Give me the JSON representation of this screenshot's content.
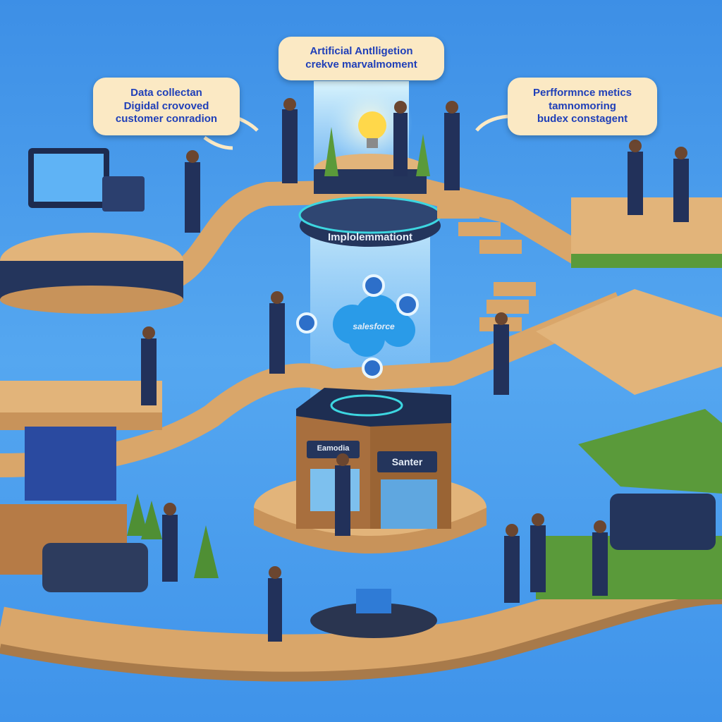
{
  "bubbles": {
    "top": {
      "line1": "Artificial Antlligetion",
      "line2": "crekve marvalmoment"
    },
    "left": {
      "line1": "Data collectan",
      "line2": "Digidal crovoved",
      "line3": "customer conradion"
    },
    "right": {
      "line1": "Perfformnce metics",
      "line2": "tamnomoring",
      "line3": "budex constagent"
    }
  },
  "signs": {
    "implementation": "Implolemmationt",
    "cloud": "salesforce",
    "store_front": "Santer",
    "store_side": "Eamodia"
  },
  "colors": {
    "sky": "#4a9cec",
    "bubble": "#fbe9c4",
    "bubble_text": "#1f3fb8",
    "platform": "#e2b47a",
    "navy": "#24355c"
  }
}
